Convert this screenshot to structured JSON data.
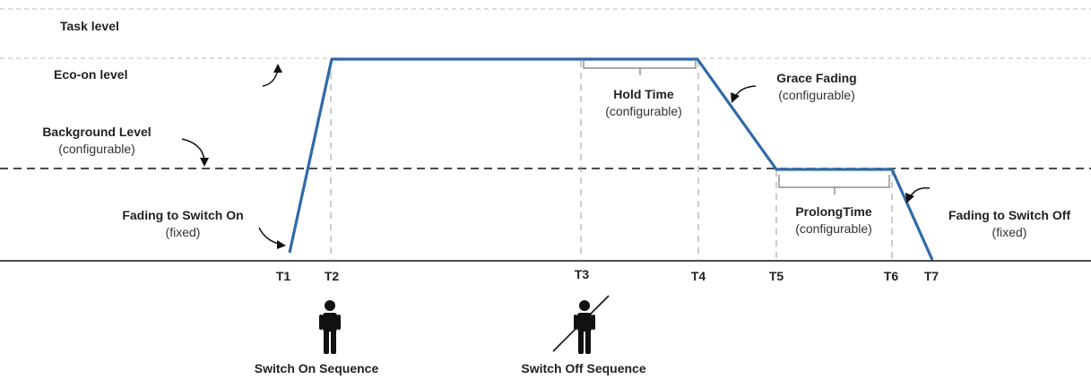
{
  "levels": {
    "task": "Task level",
    "eco_on": "Eco-on level",
    "background_title": "Background Level",
    "background_sub": "(configurable)"
  },
  "annotations": {
    "fading_on_title": "Fading to Switch On",
    "fading_on_sub": "(fixed)",
    "hold_title": "Hold Time",
    "hold_sub": "(configurable)",
    "grace_title": "Grace Fading",
    "grace_sub": "(configurable)",
    "prolong_title": "ProlongTime",
    "prolong_sub": "(configurable)",
    "fading_off_title": "Fading to Switch Off",
    "fading_off_sub": "(fixed)"
  },
  "time_markers": [
    "T1",
    "T2",
    "T3",
    "T4",
    "T5",
    "T6",
    "T7"
  ],
  "sequences": {
    "switch_on": "Switch On Sequence",
    "switch_off": "Switch Off Sequence"
  },
  "colors": {
    "curve": "#2f6aa8",
    "text": "#222222"
  }
}
